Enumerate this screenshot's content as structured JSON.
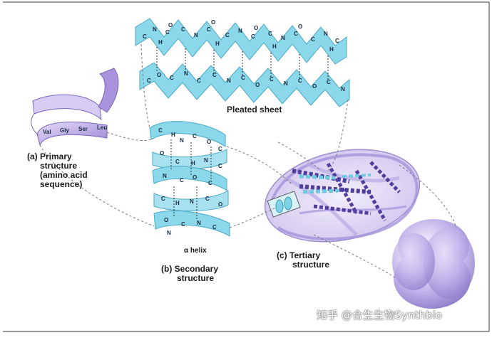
{
  "labels": {
    "pleated_sheet": "Pleated sheet",
    "primary_line1": "(a) Primary",
    "primary_line2": "structure",
    "primary_line3": "(amino acid",
    "primary_line4": "sequence)",
    "alpha_helix": "α helix",
    "secondary_line1": "(b) Secondary",
    "secondary_line2": "structure",
    "tertiary_line1": "(c) Tertiary",
    "tertiary_line2": "structure"
  },
  "ribbon_sequence": [
    "Val",
    "Gly",
    "Ser",
    "Leu"
  ],
  "atoms": {
    "carbon": "C",
    "nitrogen": "N",
    "oxygen": "O",
    "hydrogen": "H"
  },
  "watermark": "知乎 @合生生物Synthbio",
  "colors": {
    "sheet_fill": "#7fd3e6",
    "ribbon_purple": "#a58fd8",
    "blob_purple": "#b9a9e6",
    "connector": "#777777",
    "text": "#1c1c1c"
  }
}
